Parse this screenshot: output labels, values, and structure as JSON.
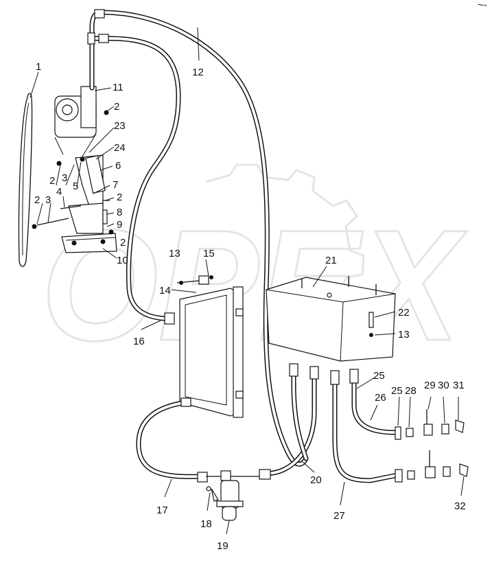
{
  "watermark": {
    "text": "OPEX",
    "color": "#d9d9d9"
  },
  "corner_mark": "~-",
  "callouts": [
    "1",
    "2",
    "2",
    "2",
    "2",
    "2",
    "3",
    "3",
    "4",
    "5",
    "6",
    "7",
    "8",
    "9",
    "10",
    "11",
    "12",
    "13",
    "13",
    "14",
    "15",
    "16",
    "17",
    "18",
    "19",
    "20",
    "21",
    "22",
    "23",
    "24",
    "25",
    "25",
    "26",
    "27",
    "28",
    "29",
    "30",
    "31",
    "32"
  ],
  "colors": {
    "ink": "#111111",
    "background": "#ffffff",
    "watermark": "#d9d9d9"
  }
}
